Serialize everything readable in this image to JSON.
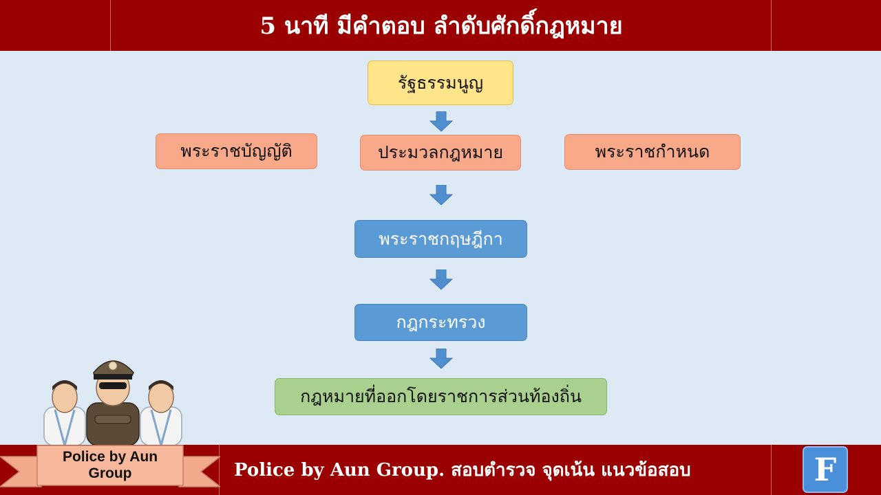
{
  "header": {
    "title": "5 นาที มีคำตอบ ลำดับศักดิ์กฎหมาย"
  },
  "diagram": {
    "constitution": "รัฐธรรมนูญ",
    "acts": "พระราชบัญญัติ",
    "codes": "ประมวลกฎหมาย",
    "emergency_decree": "พระราชกำหนด",
    "royal_decree": "พระราชกฤษฎีกา",
    "ministerial_regulation": "กฎกระทรวง",
    "local_laws": "กฎหมายที่ออกโดยราชการส่วนท้องถิ่น"
  },
  "footer": {
    "logo_label": "Police by Aun Group",
    "tagline": "Police by Aun Group. สอบตำรวจ จุดเน้น แนวข้อสอบ",
    "facebook_letter": "F"
  },
  "colors": {
    "banner": "#9a0000",
    "background": "#dde9f4",
    "constitution_box": "#ffe48a",
    "peach_box": "#f7a98a",
    "blue_box": "#5b9bd5",
    "green_box": "#a9d08e",
    "arrow": "#4f8fcf"
  },
  "icons": [
    "down-arrow-icon",
    "facebook-icon",
    "police-mascot-icon"
  ]
}
